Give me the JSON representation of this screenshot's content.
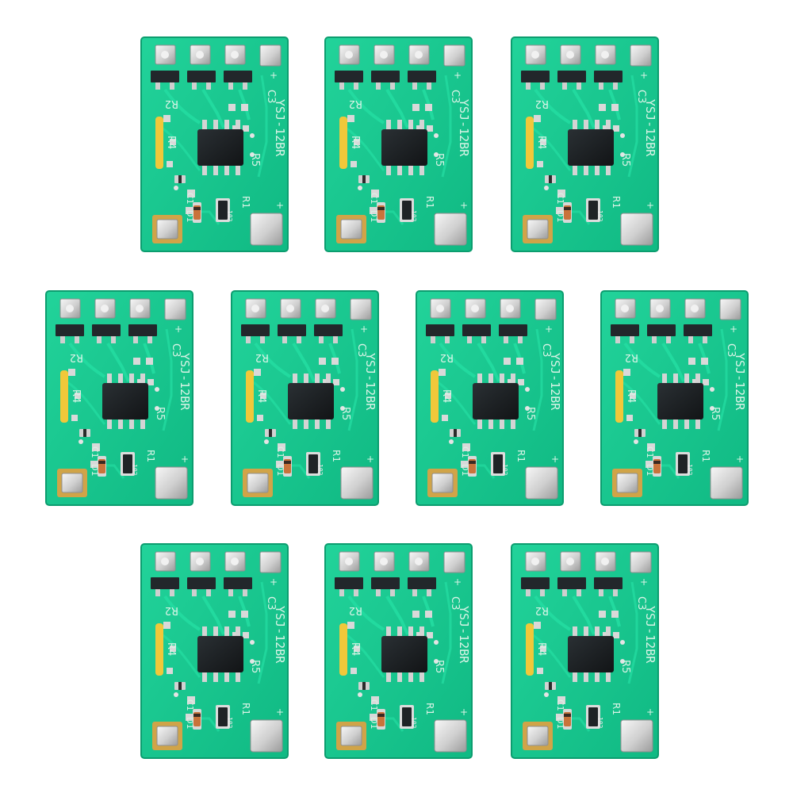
{
  "image": {
    "board_count": 10,
    "layout_rows": [
      3,
      4,
      3
    ]
  },
  "board": {
    "model_label": "YSJ-12BR",
    "ref_c3": "C3",
    "ref_r2": "R2",
    "ref_r4": "R4",
    "ref_r5": "R5",
    "ref_c1": "C1",
    "ref_d1": "D1",
    "ref_r1": "R1",
    "resistor_code": "102",
    "plus_mark": "+"
  },
  "colors": {
    "background": "#ffffff",
    "pcb_green": "#17c98c",
    "pcb_green_dark": "#0ea774",
    "trace": "#1fd89b",
    "pad_silver": "#d7d7d7",
    "pad_shadow": "#9a9a9a",
    "chip_black": "#1f2326",
    "yellow_strip": "#f0c83a",
    "diode_orange": "#c9733b"
  }
}
